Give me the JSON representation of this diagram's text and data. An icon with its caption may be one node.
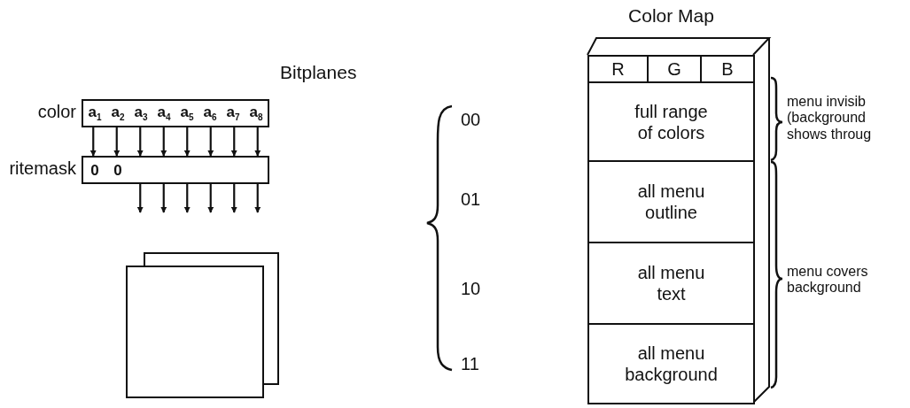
{
  "diagram": {
    "nodes": [
      {
        "text": [
          "a$_{1}$",
          "a$_{2}$",
          "a$_{3}$",
          "a$_{4}$",
          "a$_{5}$",
          "a$_{6}$",
          "a$_{7}$",
          "a$_{8}$"
        ],
        "beside": [
          "color"
        ]
      },
      {
        "text": [
          "0",
          "0"
        ],
        "beside": [
          "ritemask"
        ]
      },
      {
        "text": [],
        "shape": "box"
      },
      {
        "text": [],
        "shape": "box"
      },
      {
        "text": [
          "Color Map"
        ]
      },
      {
        "text": [
          "R"
        ],
        "in": 4
      },
      {
        "text": [
          "G"
        ],
        "in": 4
      },
      {
        "text": [
          "B"
        ],
        "in": 4
      },
      {
        "text": [
          "full range of colors"
        ],
        "in": 4
      },
      {
        "text": [
          "all menu outline"
        ],
        "in": 4
      },
      {
        "text": [
          "all menu text"
        ],
        "in": 4
      },
      {
        "text": [
          "all menu background"
        ],
        "in": 4
      }
    ],
    "edges": [
      {
        "from": 0,
        "to": 1,
        "arrow": "to"
      },
      {
        "from": 0,
        "to": 1,
        "arrow": "to"
      },
      {
        "from": 0,
        "to": 1,
        "arrow": "to"
      },
      {
        "from": 0,
        "to": 1,
        "arrow": "to"
      },
      {
        "from": 0,
        "to": 1,
        "arrow": "to"
      },
      {
        "from": 0,
        "to": 1,
        "arrow": "to"
      },
      {
        "from": 0,
        "to": 1,
        "arrow": "to"
      },
      {
        "from": 0,
        "to": 1,
        "arrow": "to"
      },
      {
        "from": 1,
        "to": null,
        "arrow": "to"
      },
      {
        "from": 1,
        "to": null,
        "arrow": "to"
      },
      {
        "from": 1,
        "to": null,
        "arrow": "to"
      },
      {
        "from": 1,
        "to": null,
        "arrow": "to"
      },
      {
        "from": 1,
        "to": null,
        "arrow": "to"
      },
      {
        "from": 1,
        "to": null,
        "arrow": "to"
      }
    ],
    "labels": [
      "Bitplanes",
      "00",
      "01",
      "10",
      "11",
      "menu invisib (background shows throug",
      "menu covers background"
    ]
  }
}
